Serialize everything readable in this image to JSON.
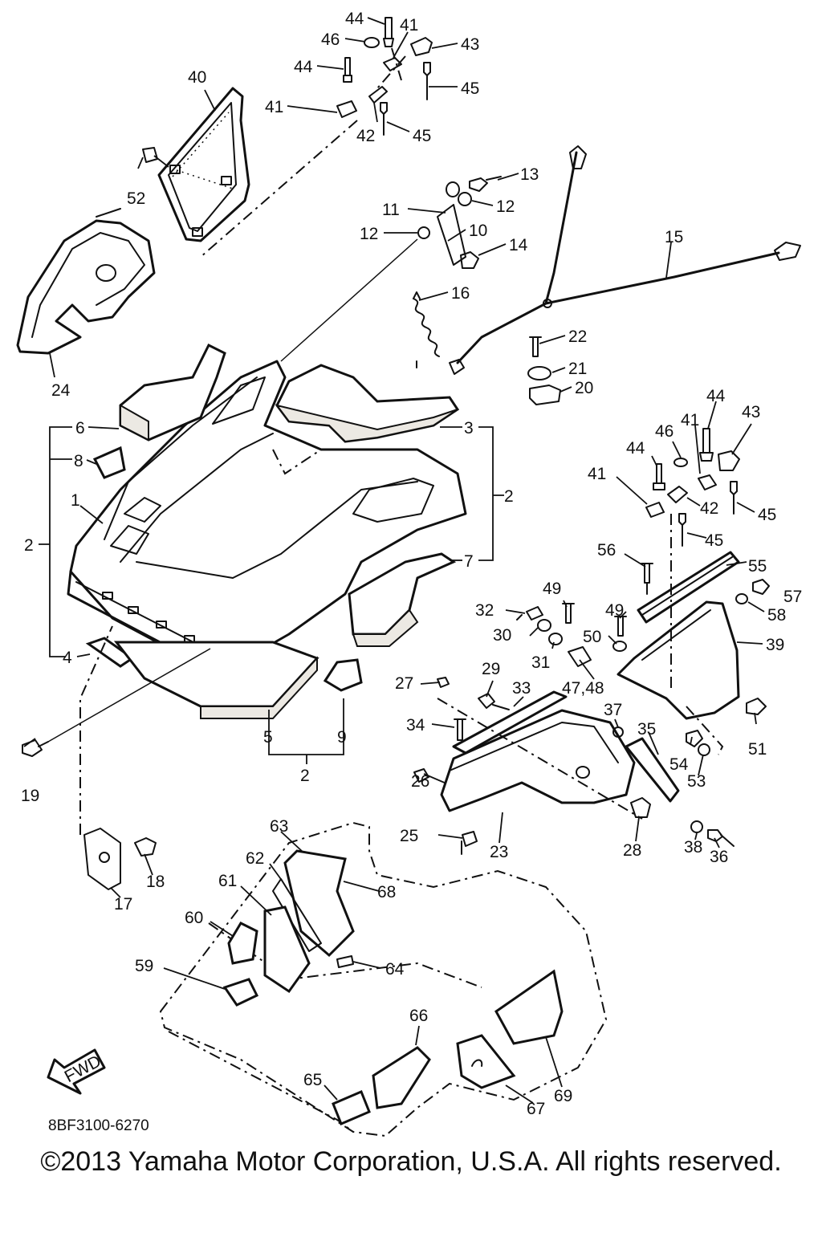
{
  "diagram": {
    "drawing_code": "8BF3100-6270",
    "fwd_label": "FWD",
    "copyright": "©2013 Yamaha Motor Corporation, U.S.A. All rights reserved.",
    "callouts": {
      "p1": "1",
      "p2a": "2",
      "p2b": "2",
      "p2c": "2",
      "p3": "3",
      "p4": "4",
      "p5": "5",
      "p6": "6",
      "p7": "7",
      "p8": "8",
      "p9": "9",
      "p10": "10",
      "p11": "11",
      "p12a": "12",
      "p12b": "12",
      "p13": "13",
      "p14": "14",
      "p15": "15",
      "p16": "16",
      "p17": "17",
      "p18": "18",
      "p19": "19",
      "p20": "20",
      "p21": "21",
      "p22": "22",
      "p23": "23",
      "p24": "24",
      "p25": "25",
      "p26": "26",
      "p27": "27",
      "p28": "28",
      "p29": "29",
      "p30": "30",
      "p31": "31",
      "p32": "32",
      "p33": "33",
      "p34": "34",
      "p35": "35",
      "p36": "36",
      "p37": "37",
      "p38": "38",
      "p39": "39",
      "p40": "40",
      "p41a": "41",
      "p41b": "41",
      "p41c": "41",
      "p41d": "41",
      "p42a": "42",
      "p42b": "42",
      "p43a": "43",
      "p43b": "43",
      "p44a": "44",
      "p44b": "44",
      "p44c": "44",
      "p44d": "44",
      "p45a": "45",
      "p45b": "45",
      "p45c": "45",
      "p45d": "45",
      "p46a": "46",
      "p46b": "46",
      "p4748": "47,48",
      "p49a": "49",
      "p49b": "49",
      "p50": "50",
      "p51": "51",
      "p52": "52",
      "p53": "53",
      "p54": "54",
      "p55": "55",
      "p56": "56",
      "p57": "57",
      "p58": "58",
      "p59": "59",
      "p60": "60",
      "p61": "61",
      "p62": "62",
      "p63": "63",
      "p64": "64",
      "p65": "65",
      "p66": "66",
      "p67": "67",
      "p68": "68",
      "p69": "69"
    }
  }
}
